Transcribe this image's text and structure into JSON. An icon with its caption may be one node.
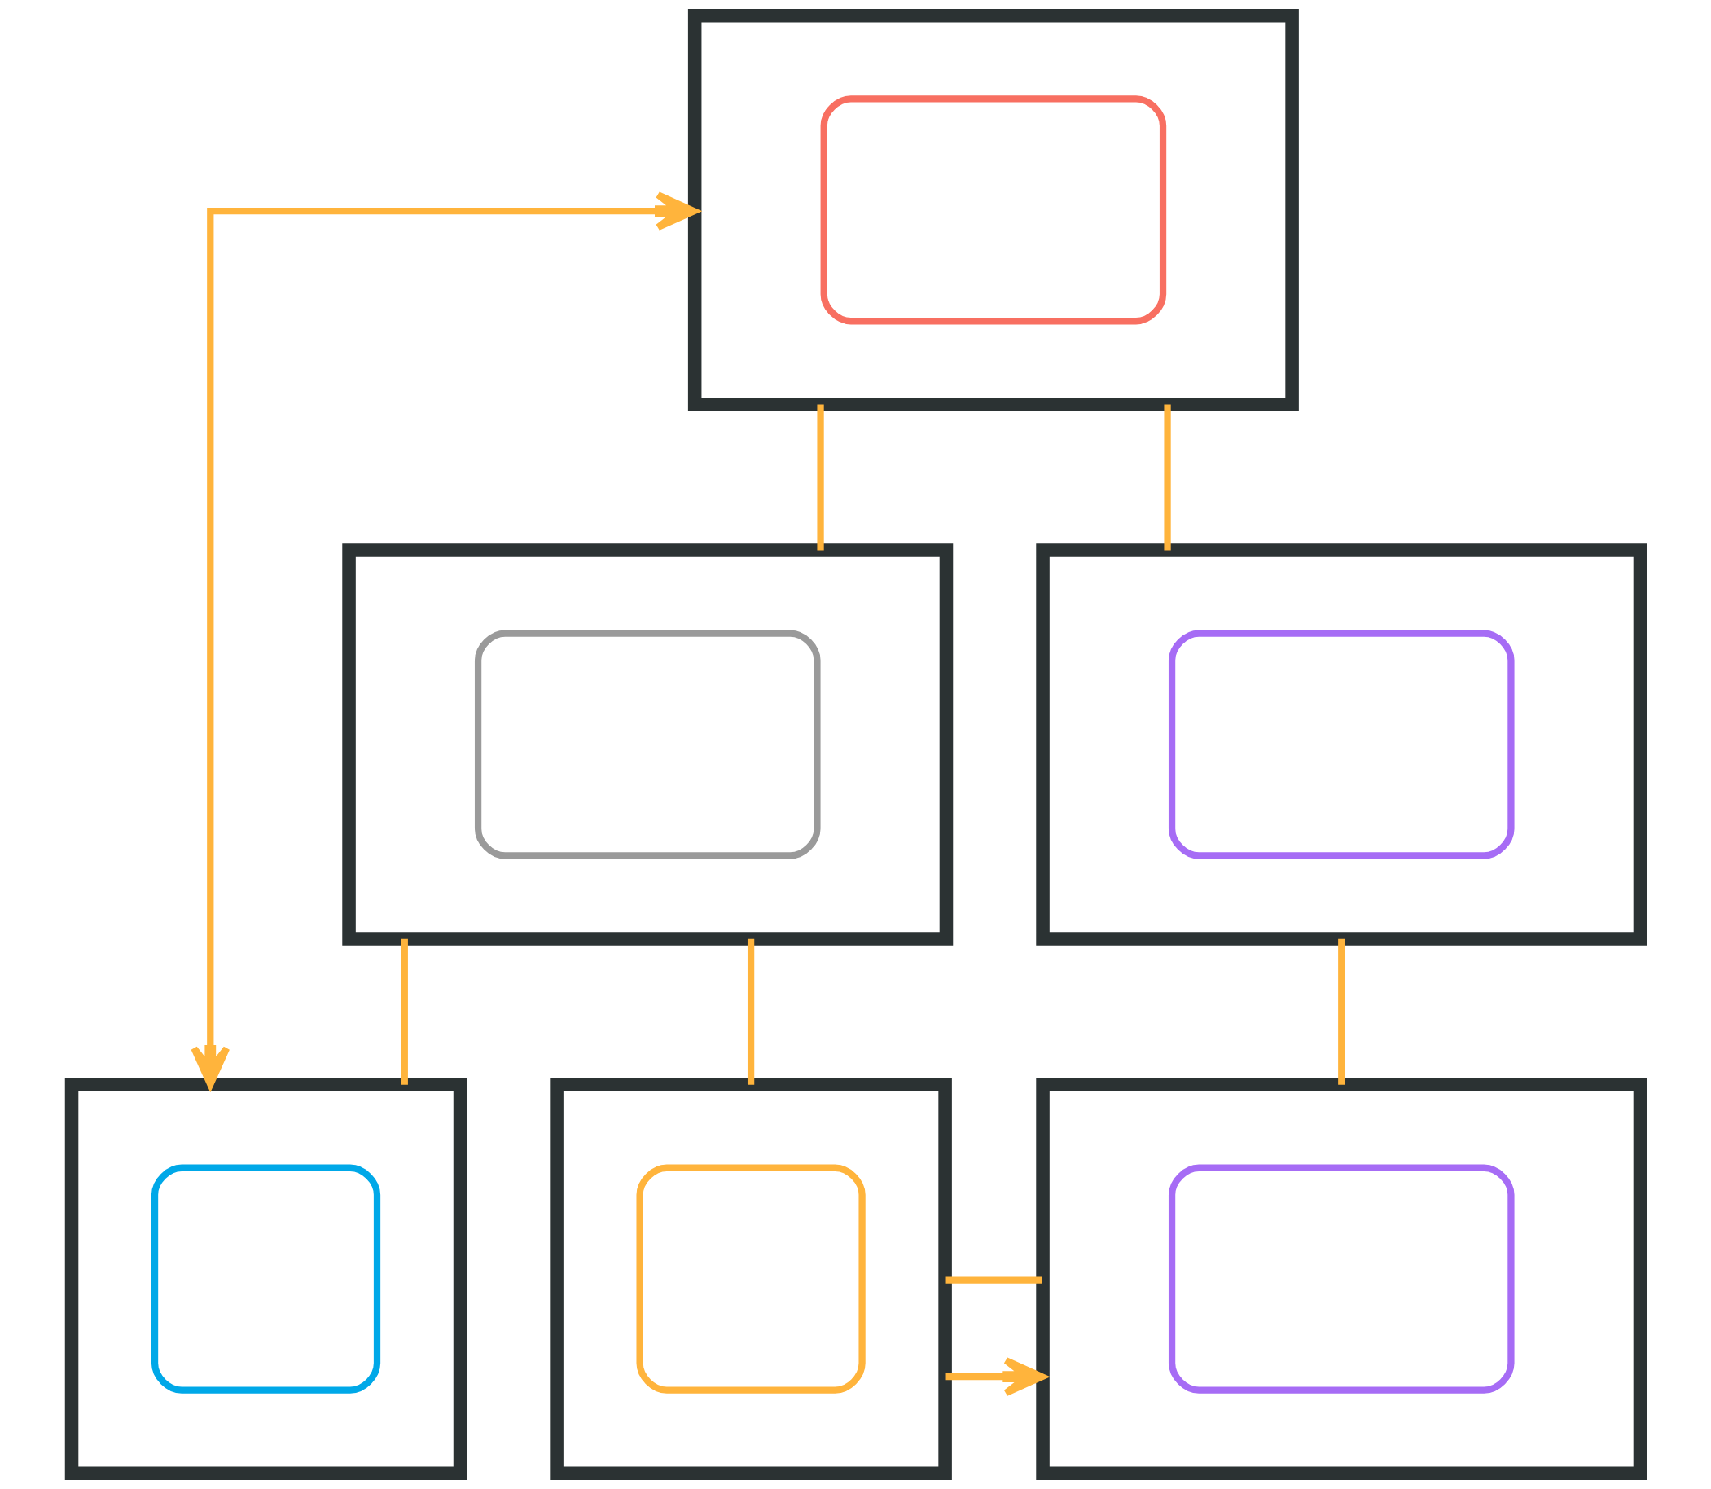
{
  "diagram": {
    "nodes": [
      {
        "text": [],
        "shape": "picture"
      },
      {
        "text": [],
        "shape": "picture"
      },
      {
        "text": [],
        "shape": "picture"
      },
      {
        "text": [],
        "shape": "picture"
      },
      {
        "text": [],
        "shape": "picture"
      },
      {
        "text": [],
        "shape": "picture"
      }
    ],
    "edges": [
      {
        "from": 3,
        "to": 0,
        "arrow": "both"
      },
      {
        "from": 0,
        "to": 1,
        "arrow": "none"
      },
      {
        "from": 0,
        "to": 2,
        "arrow": "none"
      },
      {
        "from": 1,
        "to": 3,
        "arrow": "none"
      },
      {
        "from": 1,
        "to": 4,
        "arrow": "none"
      },
      {
        "from": 2,
        "to": 5,
        "arrow": "none"
      },
      {
        "from": 4,
        "to": 5,
        "arrow": "none"
      },
      {
        "from": 4,
        "to": 5,
        "arrow": "to"
      }
    ]
  }
}
